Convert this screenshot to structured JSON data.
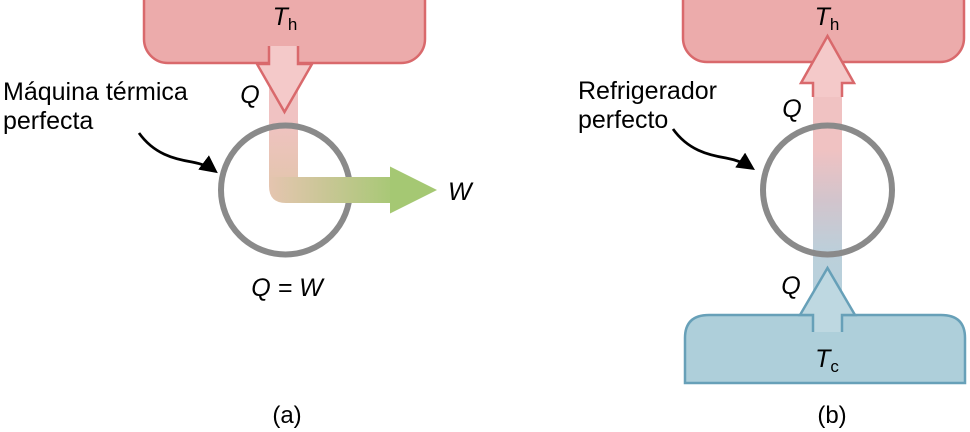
{
  "panel_a": {
    "annotation_line1": "Máquina térmica",
    "annotation_line2": "perfecta",
    "hot_reservoir_symbol": "T",
    "hot_reservoir_subscript": "h",
    "heat_label": "Q",
    "work_label": "W",
    "equation": "Q = W",
    "caption": "(a)"
  },
  "panel_b": {
    "annotation_line1": "Refrigerador",
    "annotation_line2": "perfecto",
    "hot_reservoir_symbol": "T",
    "hot_reservoir_subscript": "h",
    "cold_reservoir_symbol": "T",
    "cold_reservoir_subscript": "c",
    "heat_out_label": "Q",
    "heat_in_label": "Q",
    "caption": "(b)"
  },
  "colors": {
    "hot_reservoir_fill": "#ecabab",
    "hot_reservoir_stroke": "#d9696c",
    "cold_reservoir_fill": "#aecfda",
    "cold_reservoir_stroke": "#67a0b8",
    "circle_stroke": "#8a8a8a",
    "heat_band_pink": "#f0c2c2",
    "heat_band_tan": "#e5c5b0",
    "heat_arrowhead_pink": "#f4c9c9",
    "work_green": "#a5c873",
    "cold_band_blue": "#b5d2dd",
    "cold_arrowhead_blue": "#bed8e1",
    "annotation_black": "#000000"
  }
}
